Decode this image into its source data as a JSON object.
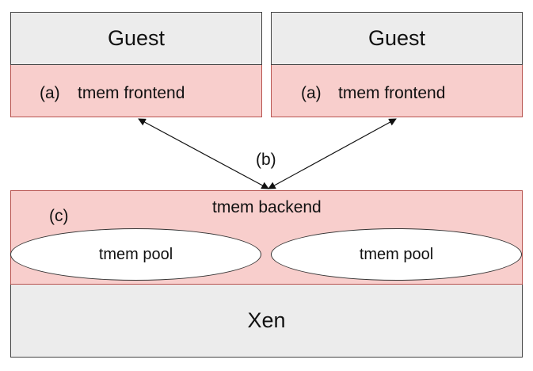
{
  "guests": [
    {
      "title": "Guest",
      "frontend_tag": "(a)",
      "frontend_label": "tmem frontend"
    },
    {
      "title": "Guest",
      "frontend_tag": "(a)",
      "frontend_label": "tmem frontend"
    }
  ],
  "link_label": "(b)",
  "backend": {
    "tag": "(c)",
    "label": "tmem backend",
    "pools": [
      "tmem pool",
      "tmem pool"
    ]
  },
  "hypervisor": {
    "label": "Xen"
  },
  "colors": {
    "guest_fill": "#ececec",
    "tmem_fill": "#f8cecc",
    "tmem_border": "#b85450",
    "pool_fill": "#ffffff"
  }
}
